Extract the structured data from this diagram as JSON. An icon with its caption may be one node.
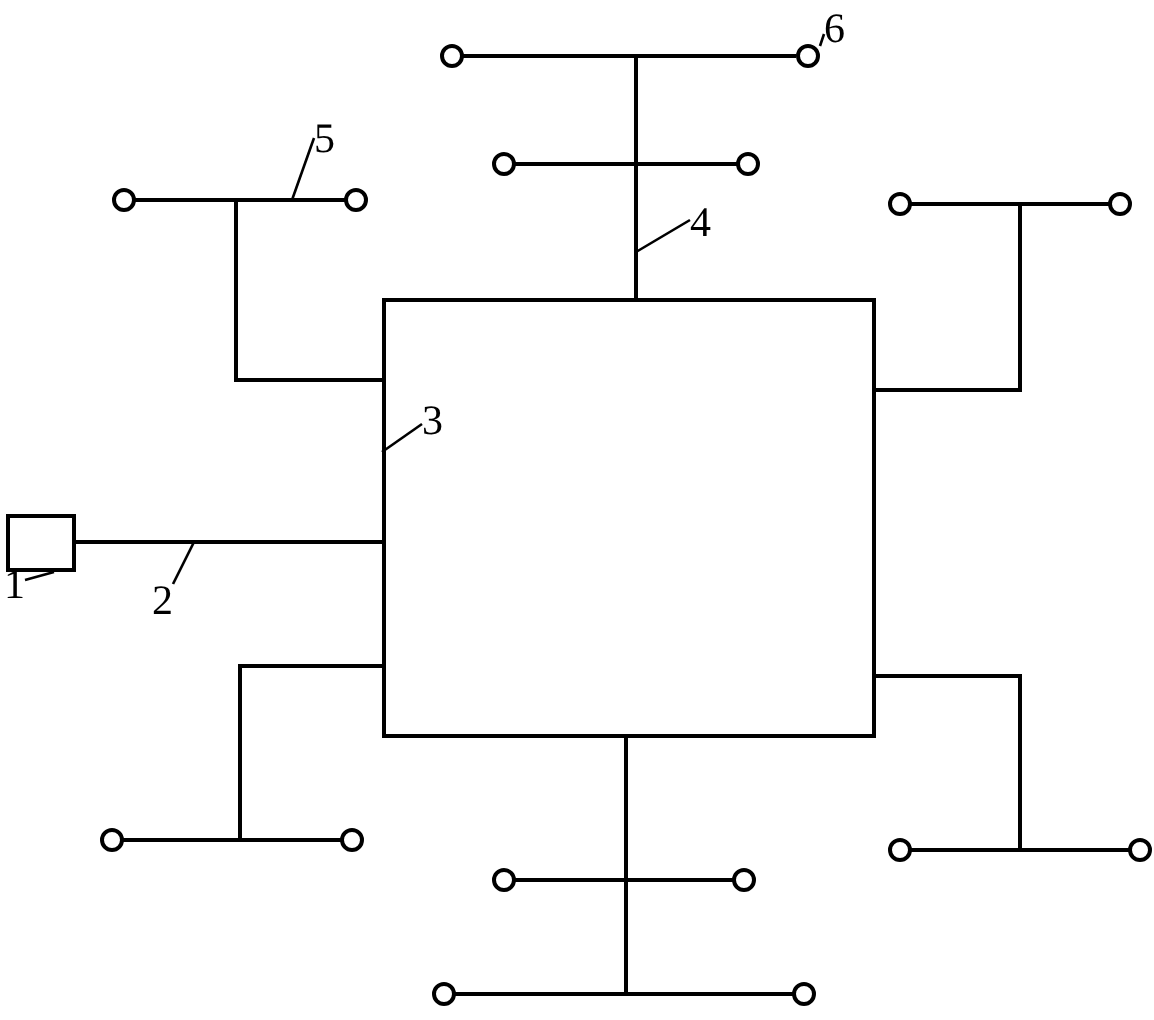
{
  "diagram": {
    "nodes": [
      {
        "text": [
          "1"
        ]
      },
      {
        "text": [
          "2"
        ]
      },
      {
        "text": [
          "3"
        ],
        "in": 7
      },
      {
        "text": [
          "4"
        ]
      },
      {
        "text": [
          "5"
        ]
      },
      {
        "text": [
          "6"
        ]
      },
      {
        "text": [],
        "shape": "box"
      },
      {
        "text": [],
        "shape": "box"
      },
      {
        "text": [],
        "shape": "circle"
      }
    ],
    "edges": [
      {
        "from": 0,
        "to": 6,
        "arrow": "none"
      },
      {
        "from": 1,
        "to": null,
        "arrow": "none"
      },
      {
        "from": 2,
        "to": 7,
        "arrow": "none"
      },
      {
        "from": 3,
        "to": null,
        "arrow": "none"
      },
      {
        "from": 4,
        "to": null,
        "arrow": "none"
      },
      {
        "from": 5,
        "to": 8,
        "arrow": "none"
      },
      {
        "from": 6,
        "to": 7,
        "arrow": "none"
      },
      {
        "from": 7,
        "to": 8,
        "arrow": "none"
      }
    ]
  }
}
